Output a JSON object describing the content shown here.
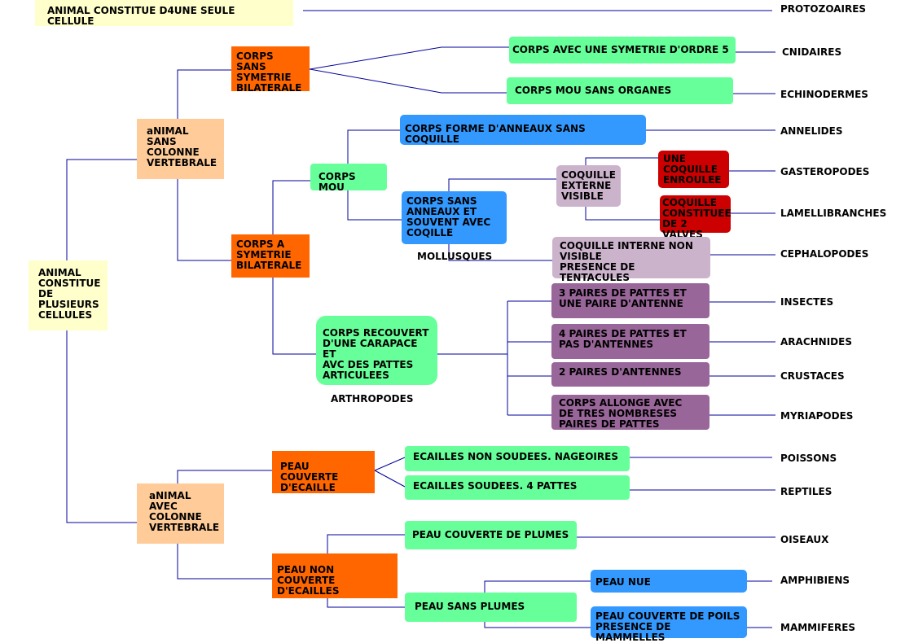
{
  "boxes": {
    "unicellular": "ANIMAL CONSTITUE D4UNE SEULE CELLULE",
    "multicellular": "ANIMAL\nCONSTITUE\nDE\nPLUSIEURS\nCELLULES",
    "invertebrate": "aNIMAL\nSANS\nCOLONNE\nVERTEBRALE",
    "vertebrate": "aNIMAL\nAVEC\nCOLONNE\nVERTEBRALE",
    "no_symmetry": "CORPS SANS\nSYMETRIE\nBILATERALE",
    "bilateral": "CORPS A\nSYMETRIE\nBILATERALE",
    "symmetry5": "CORPS AVEC  UNE SYMETRIE D'ORDRE 5",
    "soft_no_organs": "CORPS MOU SANS ORGANES",
    "rings": "CORPS FORME D'ANNEAUX SANS COQUILLE",
    "soft_body": "CORPS MOU",
    "no_rings_shell": "CORPS SANS\nANNEAUX ET\nSOUVENT AVEC\nCOQILLE",
    "external_shell": "COQUILLE\nEXTERNE\nVISIBLE",
    "coiled_shell": "UNE\nCOQUILLE\nENROULEE",
    "two_valves": "COQUILLE\nCONSTITUEE\nDE 2 VALVES",
    "internal_shell": "COQUILLE INTERNE NON\nVISIBLE\nPRESENCE DE TENTACULES",
    "carapace": "CORPS RECOUVERT\nD'UNE CARAPACE ET\nAVC DES PATTES\nARTICULEES",
    "insect_legs": "3 PAIRES DE PATTES ET\nUNE PAIRE D'ANTENNE",
    "arachnid_legs": "4 PAIRES DE PATTES ET\nPAS D'ANTENNES",
    "crustacean_antennae": "2 PAIRES D'ANTENNES",
    "elongated": "CORPS ALLONGE  AVEC\nDE TRES NOMBRESES\nPAIRES DE PATTES",
    "scaly": "PEAU COUVERTE\nD'ECAILLE",
    "not_scaly": "PEAU NON COUVERTE\nD'ECAILLES",
    "scales_fins": "ECAILLES NON SOUDEES. NAGEOIRES",
    "scales_legs": "ECAILLES SOUDEES. 4 PATTES",
    "feathers": "PEAU COUVERTE DE PLUMES",
    "no_feathers": "PEAU SANS PLUMES",
    "bare_skin": "PEAU NUE",
    "hair_skin": "PEAU COUVERTE DE POILS\nPRESENCE DE MAMMELLES"
  },
  "groups": {
    "mollusques": "MOLLUSQUES",
    "arthropodes": "ARTHROPODES"
  },
  "classes": {
    "protozoaires": "PROTOZOAIRES",
    "cnidaires": "CNIDAIRES",
    "echinodermes": "ECHINODERMES",
    "annelides": "ANNELIDES",
    "gasteropodes": "GASTEROPODES",
    "lamellibranches": "LAMELLIBRANCHES",
    "cephalopodes": "CEPHALOPODES",
    "insectes": "INSECTES",
    "arachnides": "ARACHNIDES",
    "crustaces": "CRUSTACES",
    "myriapodes": "MYRIAPODES",
    "poissons": "POISSONS",
    "reptiles": "REPTILES",
    "oiseaux": "OISEAUX",
    "amphibiens": "AMPHIBIENS",
    "mammiferes": "MAMMIFERES"
  },
  "colors": {
    "line": "#000099",
    "yellow": "#ffffcc",
    "peach": "#ffcc99",
    "orange": "#ff6600",
    "green": "#66ff99",
    "blue": "#3399ff",
    "lilac": "#ccb3cc",
    "purple": "#996699",
    "red": "#cc0000"
  }
}
